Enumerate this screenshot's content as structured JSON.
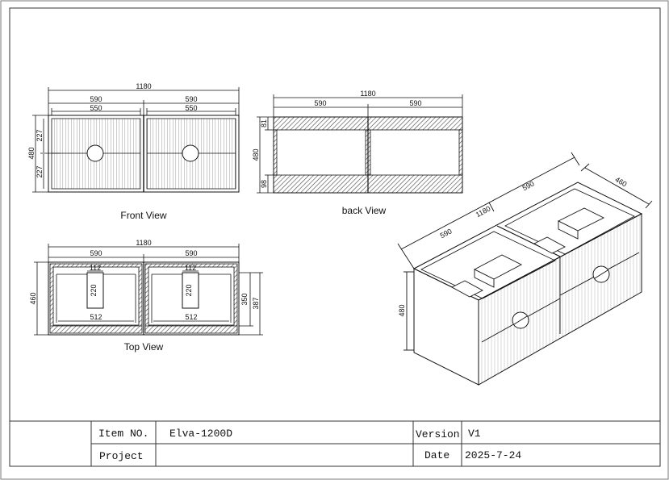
{
  "front_view": {
    "label": "Front View",
    "dim_total": "1180",
    "dim_left_outer": "590",
    "dim_right_outer": "590",
    "dim_left_inner": "550",
    "dim_right_inner": "550",
    "dim_height": "480",
    "dim_top_drawer": "227",
    "dim_bottom_drawer": "227"
  },
  "back_view": {
    "label": "back View",
    "dim_total": "1180",
    "dim_left": "590",
    "dim_right": "590",
    "dim_height": "480",
    "dim_top_rail": "81",
    "dim_bottom_rail": "98"
  },
  "top_view": {
    "label": "Top  View",
    "dim_total": "1180",
    "dim_left": "590",
    "dim_right": "590",
    "dim_depth": "460",
    "dim_inner_depth": "350",
    "dim_depth_2": "387",
    "left_cutout_width": "112",
    "left_cutout_depth": "220",
    "left_drawer_width": "512",
    "right_cutout_width": "112",
    "right_cutout_depth": "220",
    "right_drawer_width": "512"
  },
  "iso_view": {
    "dim_total": "1180",
    "dim_module_right": "590",
    "dim_module_left": "590",
    "dim_depth": "460",
    "dim_height": "480"
  },
  "title_block": {
    "item_label": "Item NO.",
    "item_value": "Elva-1200D",
    "version_label": "Version",
    "version_value": "V1",
    "project_label": "Project",
    "project_value": "",
    "date_label": "Date",
    "date_value": "2025-7-24"
  }
}
